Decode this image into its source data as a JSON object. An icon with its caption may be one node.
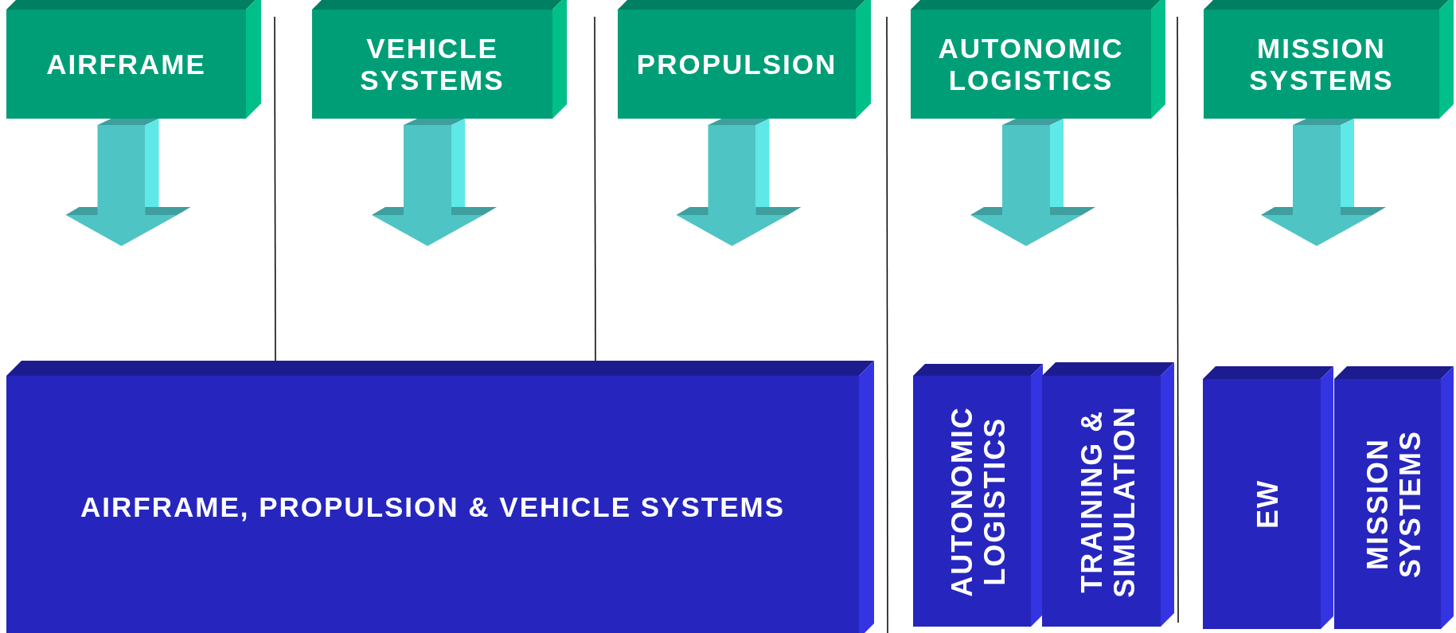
{
  "diagram": {
    "nodes": [
      {
        "text": [
          "AIRFRAME"
        ]
      },
      {
        "text": [
          "VEHICLE SYSTEMS"
        ]
      },
      {
        "text": [
          "PROPULSION"
        ]
      },
      {
        "text": [
          "AUTONOMIC LOGISTICS"
        ]
      },
      {
        "text": [
          "MISSION SYSTEMS"
        ]
      },
      {
        "text": [
          "AIRFRAME, PROPULSION & VEHICLE SYSTEMS"
        ]
      },
      {
        "text": [
          "AUTONOMIC LOGISTICS"
        ]
      },
      {
        "text": [
          "TRAINING & SIMULATION"
        ]
      },
      {
        "text": [
          "EW"
        ]
      },
      {
        "text": [
          "MISSION SYSTEMS"
        ]
      }
    ],
    "edges": [
      {
        "from": 0,
        "to": null,
        "arrow": "to"
      },
      {
        "from": 1,
        "to": null,
        "arrow": "to"
      },
      {
        "from": 2,
        "to": null,
        "arrow": "to"
      },
      {
        "from": 3,
        "to": null,
        "arrow": "to"
      },
      {
        "from": 4,
        "to": null,
        "arrow": "to"
      }
    ]
  }
}
